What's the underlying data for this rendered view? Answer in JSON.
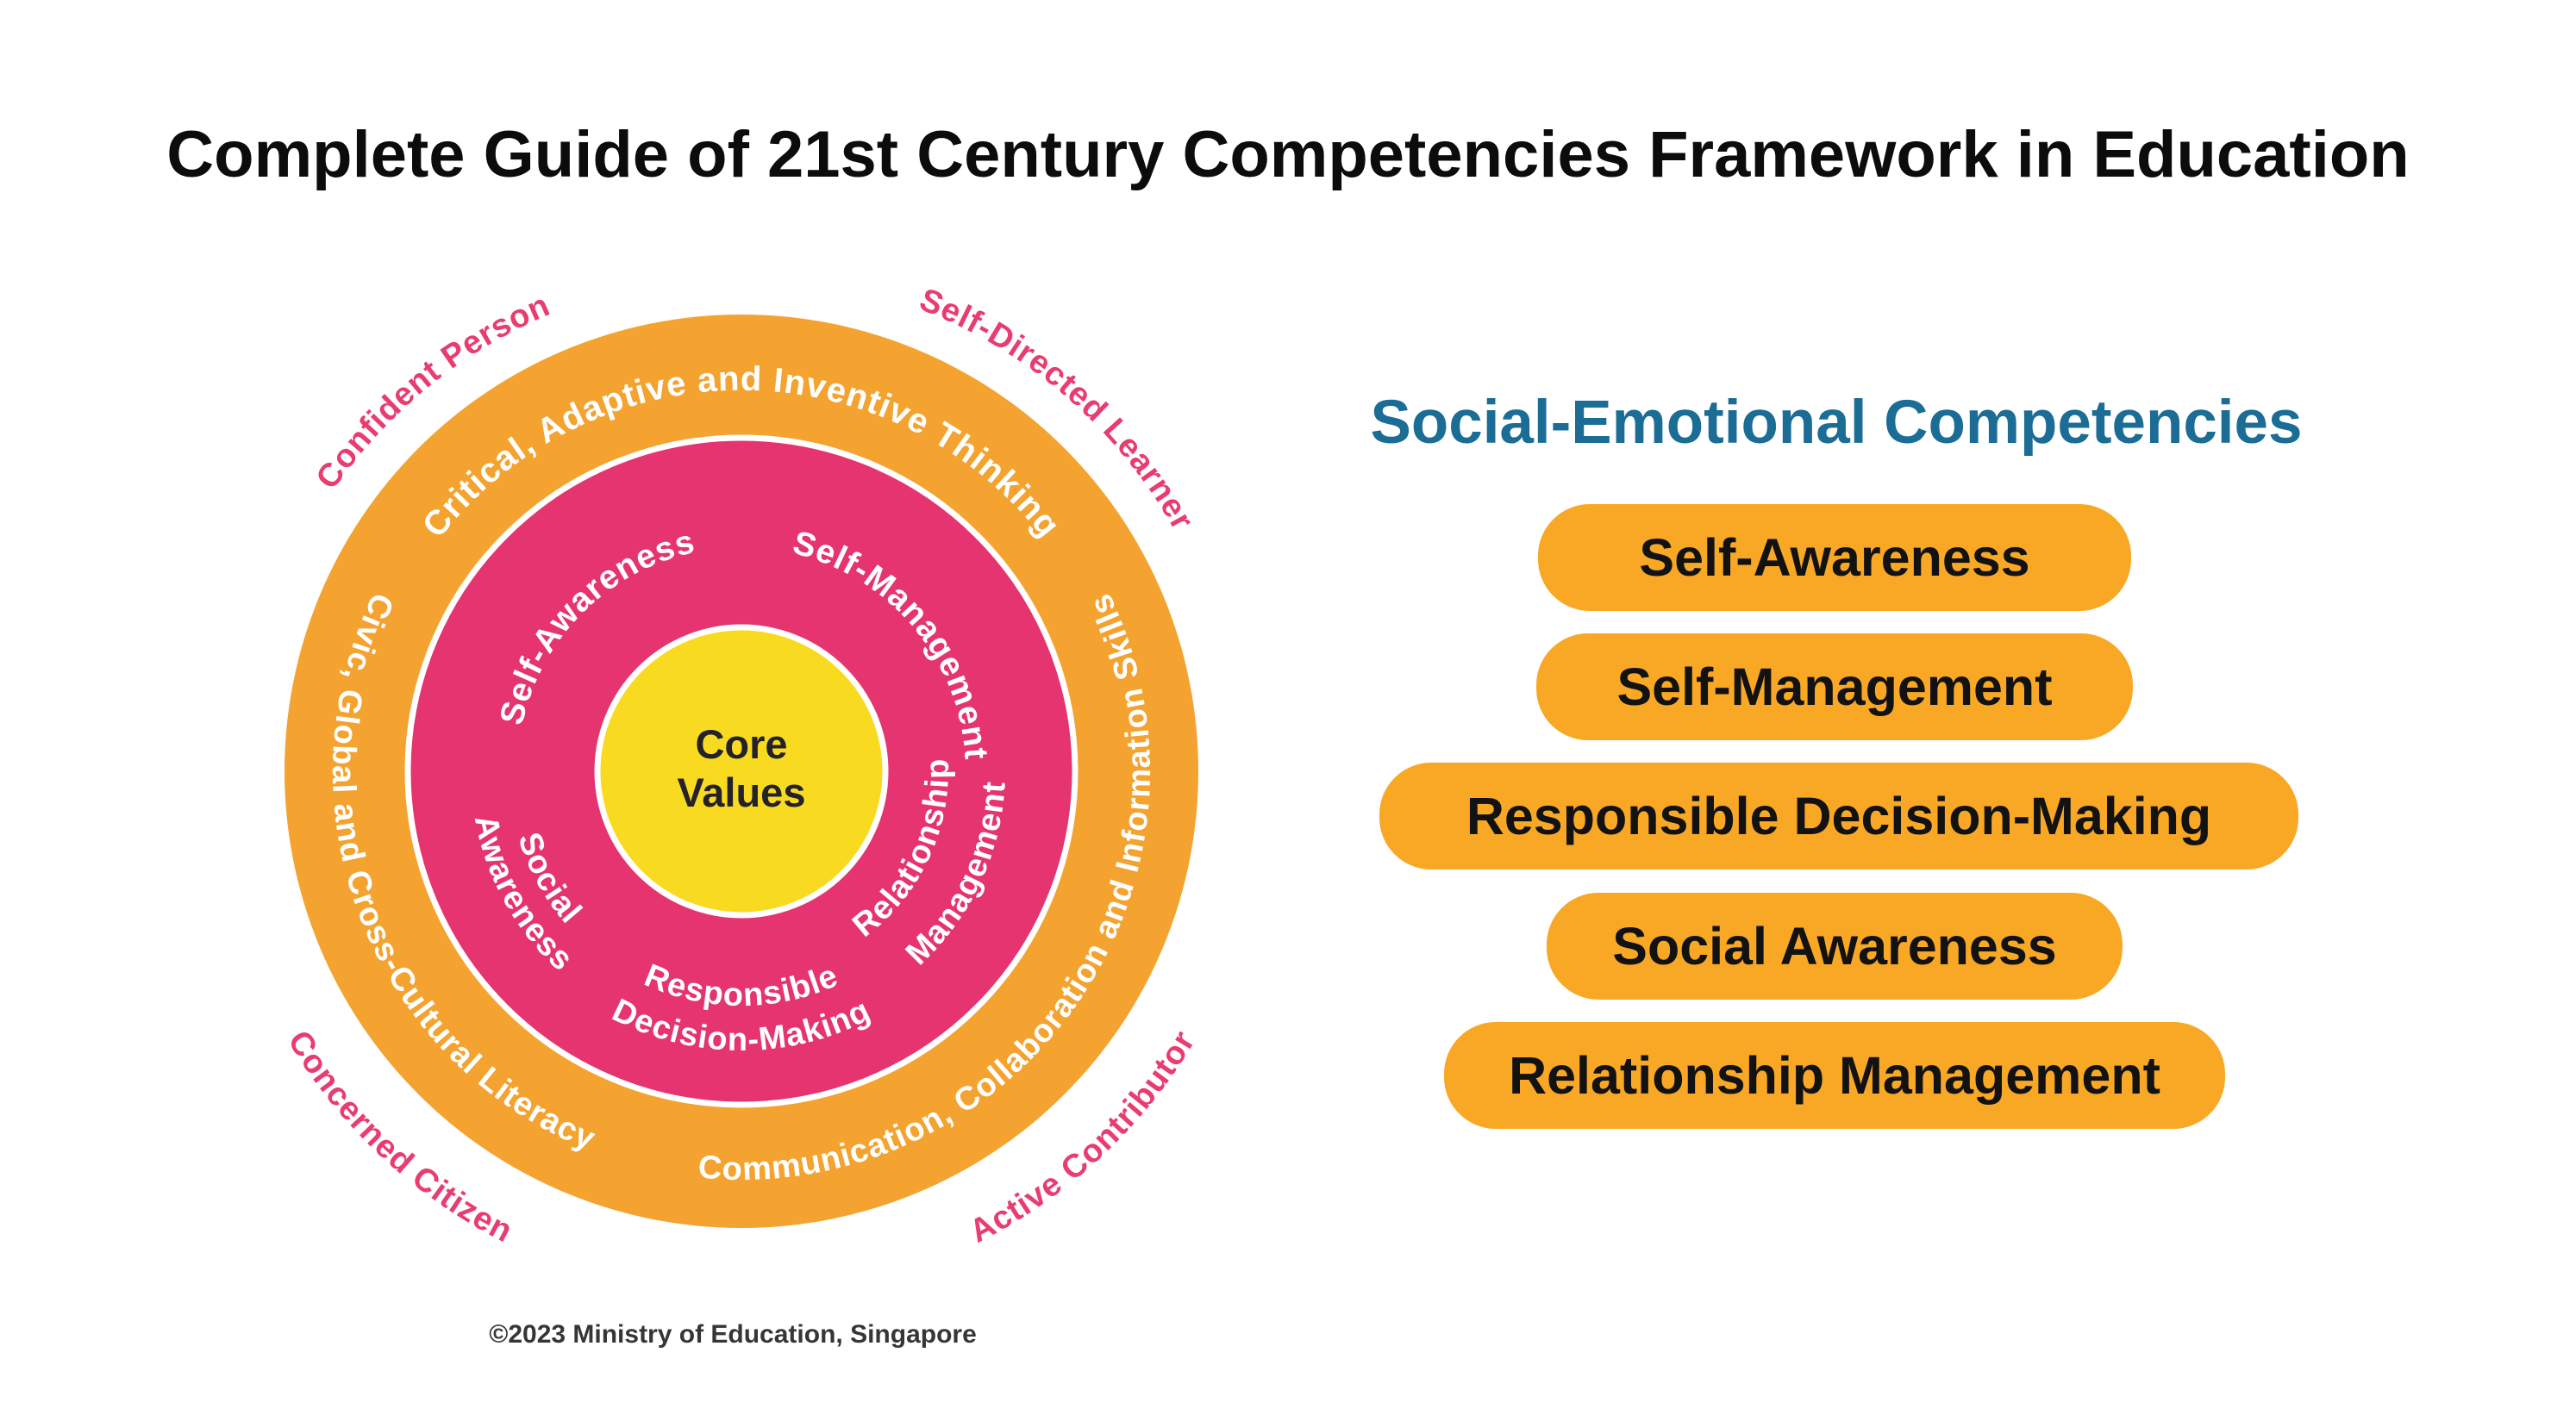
{
  "title": "Complete Guide of 21st Century Competencies Framework in Education",
  "wheel": {
    "corner_labels": {
      "top_left": "Confident Person",
      "top_right": "Self-Directed Learner",
      "bottom_left": "Concerned Citizen",
      "bottom_right": "Active Contributor"
    },
    "outer_ring": {
      "top": "Critical, Adaptive and Inventive Thinking",
      "left": "Civic, Global and Cross-Cultural Literacy",
      "bottom_right": "Communication, Collaboration and Information Skills"
    },
    "inner_ring": {
      "self_awareness": "Self-Awareness",
      "self_management": "Self-Management",
      "social_awareness": {
        "line1": "Social",
        "line2": "Awareness"
      },
      "relationship_management": {
        "line1": "Relationship",
        "line2": "Management"
      },
      "responsible_decision_making": {
        "line1": "Responsible",
        "line2": "Decision-Making"
      }
    },
    "center": {
      "line1": "Core",
      "line2": "Values"
    }
  },
  "panel": {
    "heading": "Social-Emotional Competencies",
    "items": [
      "Self-Awareness",
      "Self-Management",
      "Responsible Decision-Making",
      "Social Awareness",
      "Relationship Management"
    ]
  },
  "footer": {
    "copyright": "©2023 Ministry of Education, Singapore"
  },
  "colors": {
    "orange": "#F4A330",
    "pink": "#E53470",
    "pink_text": "#E93C6F",
    "yellow": "#F8DB20",
    "teal": "#1B6D96",
    "pill": "#F9A826",
    "core_text": "#242129",
    "footer_gray": "#363636",
    "white_text": "#FFFFFF"
  }
}
